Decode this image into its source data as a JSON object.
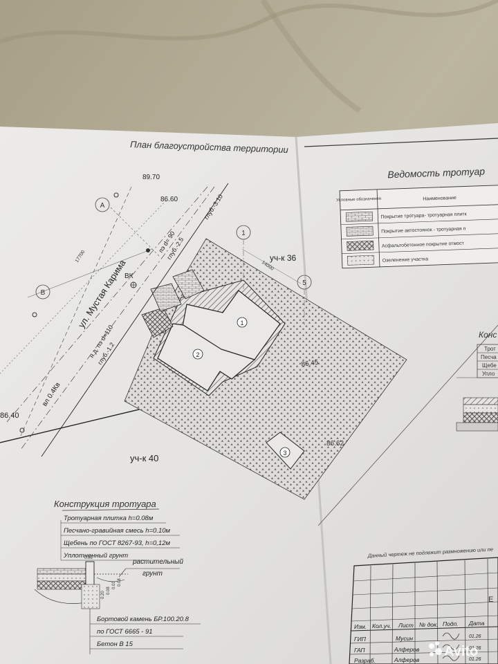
{
  "sheet": {
    "title": "План благоустройства территории"
  },
  "site": {
    "elevations": [
      "89.70",
      "86.60",
      "86.40",
      "86.45",
      "86.62"
    ],
    "axis_labels": [
      "А",
      "В",
      "1",
      "5"
    ],
    "street": "ул. Мустая Карима",
    "power_line": "вл 0.4Кв",
    "water_label": "ВК",
    "pipes": [
      "глуб.-3.10",
      "пэ d= 90",
      "глуб.-2.5",
      "н.д. пэ d=110",
      "глуб.-1.2"
    ],
    "dimensions": [
      "17700",
      "14000"
    ],
    "plot_labels": [
      "уч-к 36",
      "уч-к 40"
    ],
    "building_numbers": [
      "1",
      "2",
      "3"
    ]
  },
  "legend": {
    "title": "Ведомость тротуар",
    "col_symbol": "Условные обозначения",
    "col_name": "Наименование",
    "rows": [
      "Покрытие тротуара- тротуарная плитк",
      "Покрытие автостоянок - тротуарная п",
      "Асфальтобетонное покрытие отмост",
      "Озеленение участка"
    ]
  },
  "construction": {
    "title": "Конструкция тротуара",
    "layers": [
      "Тротуарная плитка  h=0.08м",
      "Песчано-гравийная смесь  h=0.10м",
      "Щебень по ГОСТ 8267-93, h=0,12м",
      "Уплотненный грунт"
    ],
    "ground_label": [
      "растительный",
      "грунт"
    ],
    "curb": [
      "Бортовой камень БР.100.20.8",
      "по ГОСТ 6665 - 91",
      "Бетон В 15"
    ],
    "dims": [
      "0.05",
      "0.20",
      "0.08",
      "0.03",
      "0.08"
    ]
  },
  "right_detail": {
    "title": "Конс",
    "rows": [
      "Трот",
      "Песча",
      "Щебе",
      "Упло"
    ]
  },
  "title_block": {
    "note": "Данный чертеж не подлежит размножению или пе",
    "headers": [
      "Изм.",
      "Кол.уч.",
      "Лист",
      "№ док.",
      "Подп.",
      "Дата"
    ],
    "rows": [
      {
        "role": "ГИП",
        "name": "Мусин",
        "date": "01.26"
      },
      {
        "role": "ГАП",
        "name": "Алферов",
        "date": "01.26"
      },
      {
        "role": "Разраб.",
        "name": "Алферов",
        "date": "01.26"
      }
    ],
    "corner_letter": "Е"
  },
  "watermark": "Avito"
}
